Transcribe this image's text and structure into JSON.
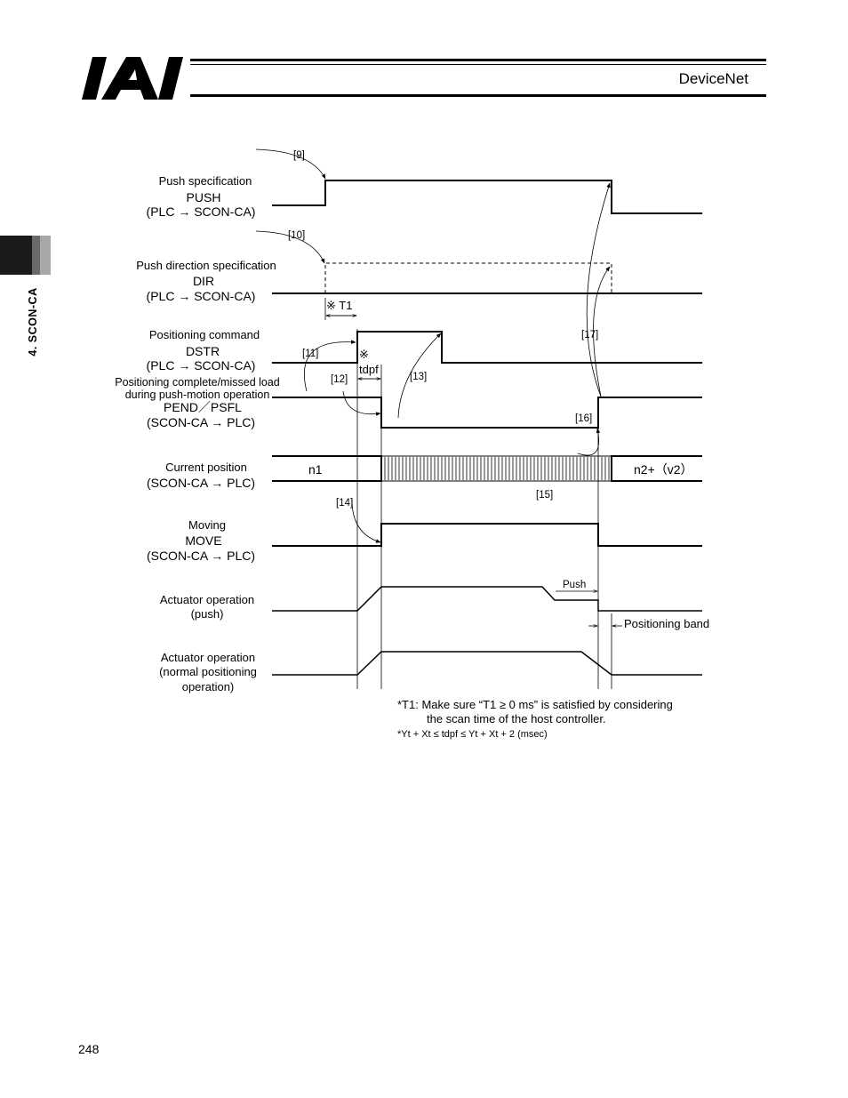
{
  "header": {
    "logo_text": "IAI",
    "title": "DeviceNet"
  },
  "side_tab": {
    "label": "4. SCON-CA"
  },
  "signals": [
    {
      "id": "push",
      "label_lines": [
        "Push specification"
      ],
      "name": "PUSH",
      "direction": "(PLC → SCON-CA)"
    },
    {
      "id": "dir",
      "label_lines": [
        "Push direction specification"
      ],
      "name": "DIR",
      "direction": "(PLC → SCON-CA)"
    },
    {
      "id": "dstr",
      "label_lines": [
        "Positioning command"
      ],
      "name": "DSTR",
      "direction": "(PLC → SCON-CA)"
    },
    {
      "id": "pend",
      "label_lines": [
        "Positioning complete/missed load",
        "during push-motion operation"
      ],
      "name": "PEND／PSFL",
      "direction": "(SCON-CA → PLC)"
    },
    {
      "id": "pos",
      "label_lines": [
        "Current position"
      ],
      "name": "",
      "direction": "(SCON-CA → PLC)"
    },
    {
      "id": "move",
      "label_lines": [
        "Moving"
      ],
      "name": "MOVE",
      "direction": "(SCON-CA → PLC)"
    },
    {
      "id": "push_op",
      "label_lines": [
        "Actuator operation",
        "(push)"
      ],
      "name": "",
      "direction": ""
    },
    {
      "id": "norm_op",
      "label_lines": [
        "Actuator operation",
        "(normal positioning",
        "operation)"
      ],
      "name": "",
      "direction": ""
    }
  ],
  "markers": {
    "m9": "[9]",
    "m10": "[10]",
    "m11": "[11]",
    "m12": "[12]",
    "m13": "[13]",
    "m14": "[14]",
    "m15": "[15]",
    "m16": "[16]",
    "m17": "[17]"
  },
  "annotations": {
    "t1": "※ T1",
    "tdpf_mark": "※",
    "tdpf": "tdpf",
    "pos_start": "n1",
    "pos_end": "n2+（v2）",
    "push_label": "Push",
    "positioning_band": "Positioning band"
  },
  "notes": {
    "note1_line1": "*T1:  Make sure “T1 ≥ 0 ms” is satisfied by considering",
    "note1_line2": "the scan time of the host controller.",
    "note2": "*Yt + Xt ≤ tdpf ≤ Yt + Xt + 2 (msec)"
  },
  "page_number": "248"
}
